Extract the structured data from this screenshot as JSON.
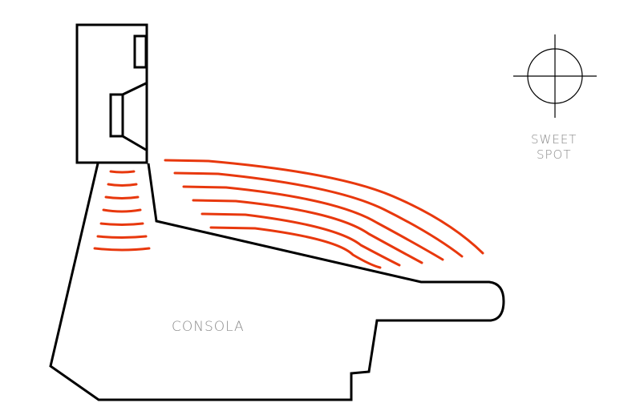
{
  "labels": {
    "console": "CONSOLA",
    "sweet_spot_line1": "SWEET",
    "sweet_spot_line2": "SPOT"
  },
  "colors": {
    "outline": "#000000",
    "sound_waves": "#e8380d",
    "label_text": "#8a8a8a"
  },
  "icons": {
    "sweet_spot_marker": "crosshair-circle-icon",
    "speaker": "studio-monitor-icon"
  }
}
